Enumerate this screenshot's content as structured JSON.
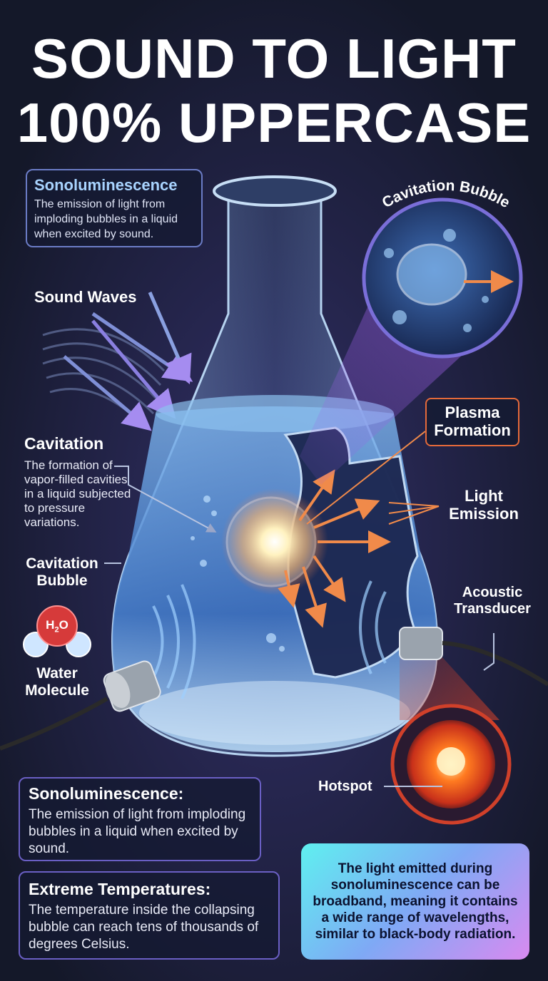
{
  "title": {
    "line1": "SOUND TO LIGHT",
    "line2": "100% UPPERCASE"
  },
  "top_card": {
    "heading": "Sonoluminescence",
    "text": "The emission of light from imploding bubbles in a liquid when excited by sound."
  },
  "labels": {
    "sound_waves": "Sound Waves",
    "cavitation_bubble_zoom": "Cavitation Bubble",
    "cavitation_heading": "Cavitation",
    "cavitation_text": "The formation of vapor-filled cavities in a liquid subjected to pressure variations.",
    "cavitation_bubble": "Cavitation Bubble",
    "water_molecule": "Water Molecule",
    "molecule_formula": "H2O",
    "plasma_formation": "Plasma Formation",
    "light_emission": "Light Emission",
    "acoustic_transducer": "Acoustic Transducer",
    "hotspot": "Hotspot"
  },
  "bottom_cards": [
    {
      "heading": "Sonoluminescence:",
      "text": "The emission of light from imploding bubbles in a liquid when excited by sound."
    },
    {
      "heading": "Extreme Temperatures:",
      "text": "The temperature inside the collapsing bubble can reach tens of thousands of degrees Celsius."
    }
  ],
  "note": "The light emitted during sonoluminescence can be broadband, meaning it contains a wide range of wavelengths, similar to black-body radiation.",
  "colors": {
    "background": "#161a2e",
    "accent_orange": "#e56a3a",
    "accent_purple": "#7b6cd6",
    "liquid_blue": "#4a8fd8",
    "gradient_start": "#5ff0f0",
    "gradient_end": "#d98af0"
  }
}
